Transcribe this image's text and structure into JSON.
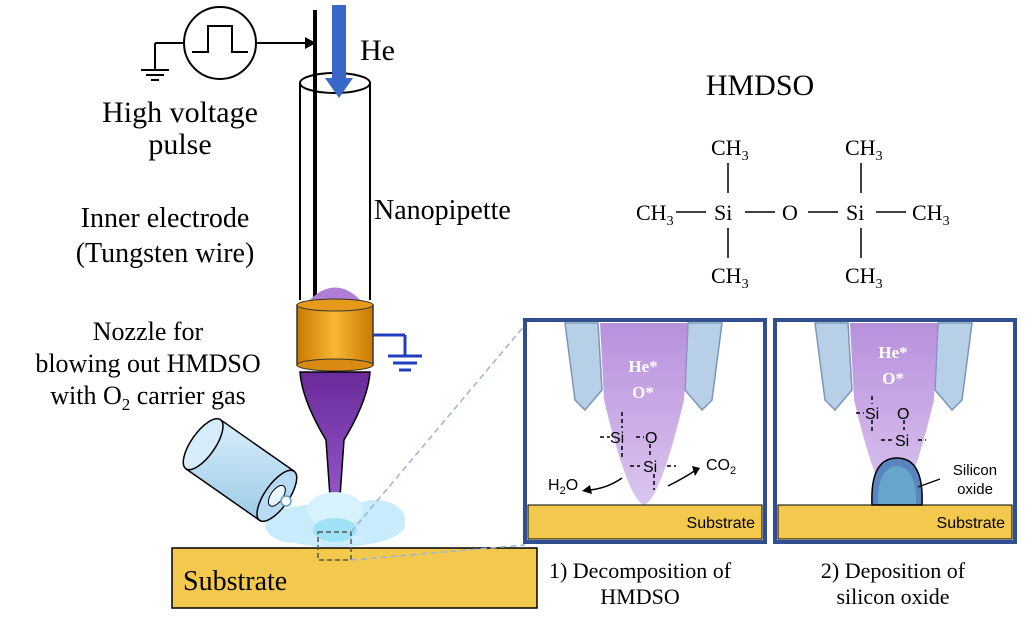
{
  "labels": {
    "he": "He",
    "high_voltage_1": "High voltage",
    "high_voltage_2": "pulse",
    "inner_electrode_1": "Inner electrode",
    "inner_electrode_2": "(Tungsten wire)",
    "nanopipette": "Nanopipette",
    "nozzle_1": "Nozzle for",
    "nozzle_2": "blowing out HMDSO",
    "nozzle_3_prefix": "with O",
    "nozzle_3_sub": "2",
    "nozzle_3_suffix": " carrier gas",
    "substrate_main": "Substrate"
  },
  "molecule": {
    "title": "HMDSO",
    "ch3": "CH",
    "ch3_sub": "3",
    "si": "Si",
    "o": "O"
  },
  "panel1": {
    "he_star": "He*",
    "o_star": "O*",
    "si": "Si",
    "o": "O",
    "h2o_main": "H",
    "h2o_sub": "2",
    "h2o_end": "O",
    "co2_main": "CO",
    "co2_sub": "2",
    "substrate": "Substrate",
    "caption_1": "1) Decomposition of",
    "caption_2": "HMDSO"
  },
  "panel2": {
    "he_star": "He*",
    "o_star": "O*",
    "si": "Si",
    "o": "O",
    "silicon_oxide_1": "Silicon",
    "silicon_oxide_2": "oxide",
    "substrate": "Substrate",
    "caption_1": "2) Deposition of",
    "caption_2": "silicon oxide"
  },
  "colors": {
    "substrate_fill": "#f2c94c",
    "pipette_stroke": "#000000",
    "plasma_purple": "#9b59c9",
    "electrode_orange": "#f0a020",
    "ground_blue": "#1f3fbf",
    "arrow_blue": "#3a68c8",
    "panel_border": "#2f4f8f",
    "nozzle_blue": "#b9dff5",
    "glass_blue": "#b8cfe8"
  }
}
